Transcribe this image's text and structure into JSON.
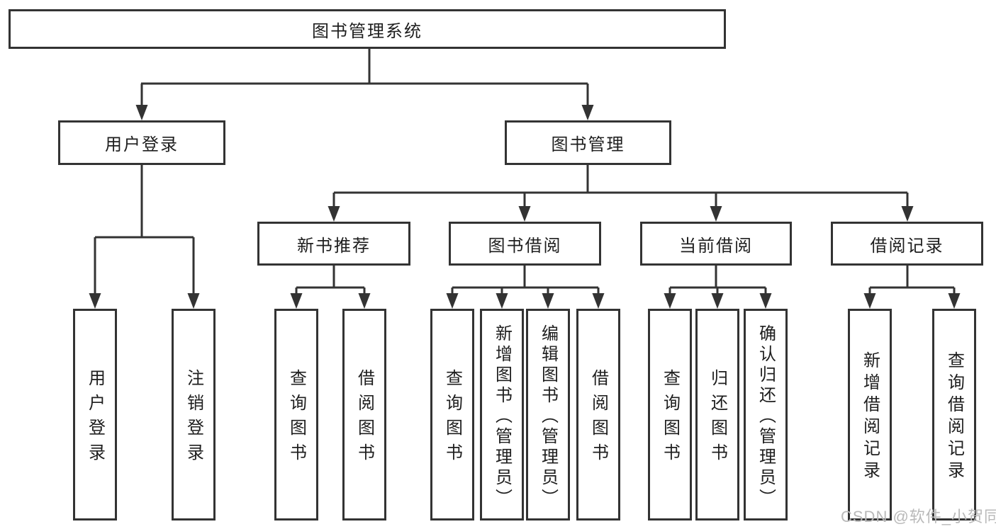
{
  "tree": {
    "root": "图书管理系统",
    "branches": [
      {
        "label": "用户登录",
        "children": [
          {
            "label": "用户登录"
          },
          {
            "label": "注销登录"
          }
        ]
      },
      {
        "label": "图书管理",
        "children": [
          {
            "label": "新书推荐",
            "children": [
              {
                "label": "查询图书"
              },
              {
                "label": "借阅图书"
              }
            ]
          },
          {
            "label": "图书借阅",
            "children": [
              {
                "label": "查询图书"
              },
              {
                "label": "新增图书（管理员）"
              },
              {
                "label": "编辑图书（管理员）"
              },
              {
                "label": "借阅图书"
              }
            ]
          },
          {
            "label": "当前借阅",
            "children": [
              {
                "label": "查询图书"
              },
              {
                "label": "归还图书"
              },
              {
                "label": "确认归还（管理员）"
              }
            ]
          },
          {
            "label": "借阅记录",
            "children": [
              {
                "label": "新增借阅记录"
              },
              {
                "label": "查询借阅记录"
              }
            ]
          }
        ]
      }
    ]
  },
  "watermark": "CSDN @软件_小贺同学",
  "colors": {
    "line": "#333333",
    "text": "#1e1e1e",
    "watermark": "#b9b9b9",
    "background": "#ffffff"
  }
}
